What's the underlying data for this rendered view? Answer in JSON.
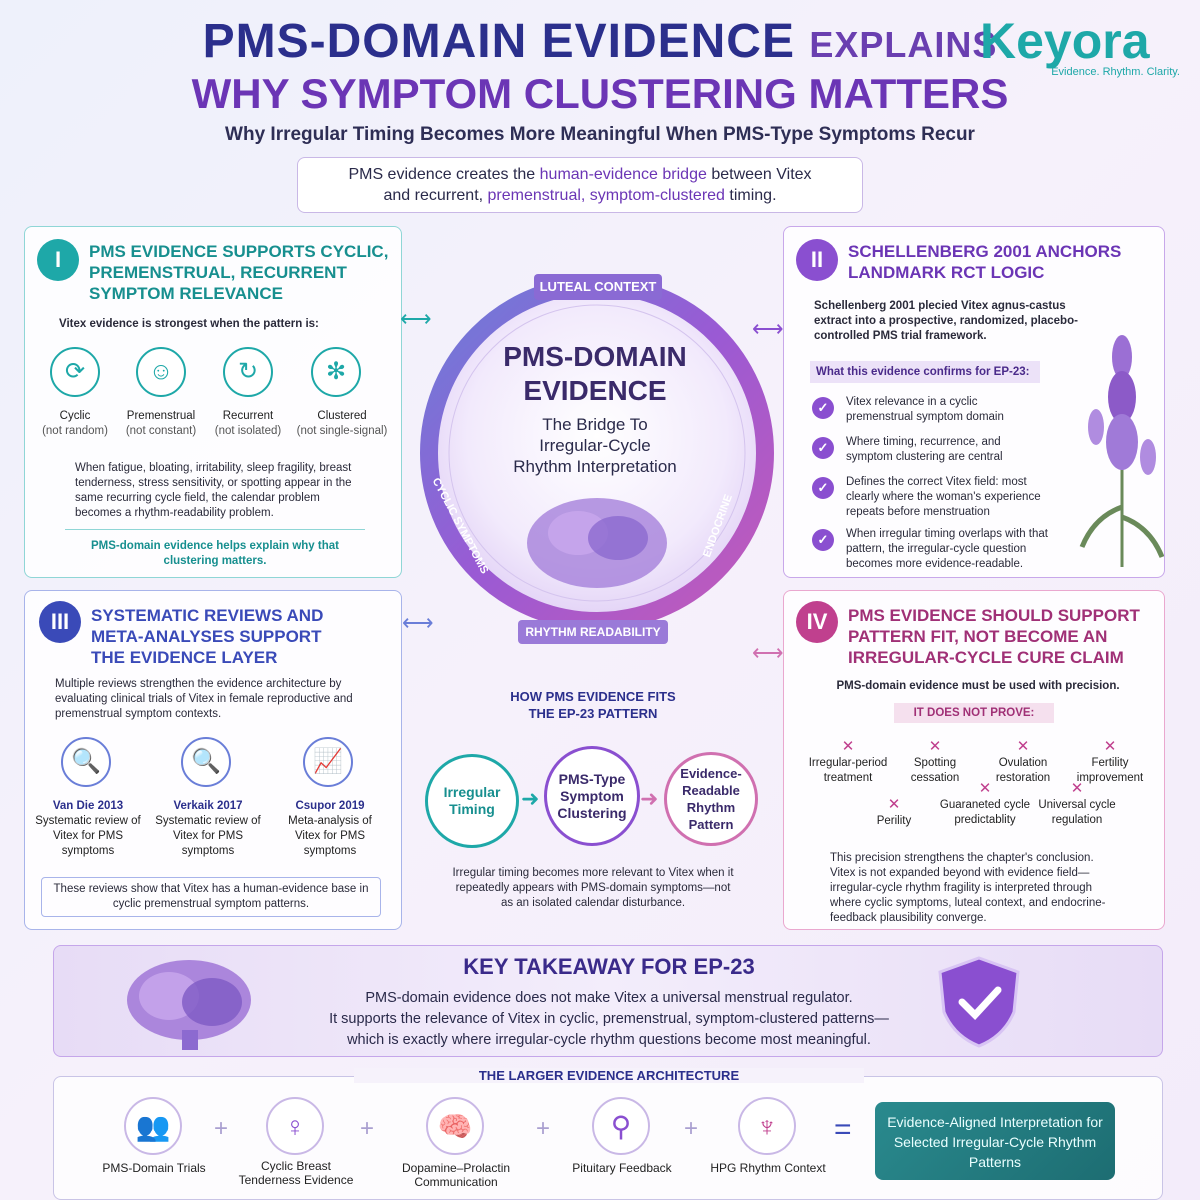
{
  "header": {
    "title_line1_main": "PMS-DOMAIN EVIDENCE",
    "title_line1_small": "EXPLAINS",
    "title_line2": "WHY SYMPTOM CLUSTERING MATTERS",
    "subtitle": "Why Irregular Timing Becomes More Meaningful When PMS-Type Symptoms Recur"
  },
  "logo": {
    "brand": "Keyora",
    "tagline": "Evidence. Rhythm. Clarity."
  },
  "bridge": {
    "part1": "PMS evidence creates the ",
    "hl1": "human-evidence bridge",
    "part2": " between Vitex",
    "part3": "and recurrent, ",
    "hl2": "premenstrual, symptom-clustered",
    "part4": " timing."
  },
  "panel1": {
    "num": "I",
    "title": "PMS EVIDENCE SUPPORTS CYCLIC, PREMENSTRUAL, RECURRENT SYMPTOM RELEVANCE",
    "intro": "Vitex evidence is strongest when the pattern is:",
    "items": [
      {
        "label": "Cyclic",
        "sub": "(not random)"
      },
      {
        "label": "Premenstrual",
        "sub": "(not constant)"
      },
      {
        "label": "Recurrent",
        "sub": "(not isolated)"
      },
      {
        "label": "Clustered",
        "sub": "(not single-signal)"
      }
    ],
    "body": "When fatigue, bloating, irritability, sleep fragility, breast tenderness, stress sensitivity, or spotting appear in the same recurring cycle field, the calendar problem becomes a rhythm-readability problem.",
    "footer": "PMS-domain evidence helps explain why that clustering matters."
  },
  "panel2": {
    "num": "II",
    "title": "SCHELLENBERG 2001 ANCHORS LANDMARK RCT LOGIC",
    "body": "Schellenberg 2001 plecied Vitex agnus-castus extract into a prospective, randomized, placebo-controlled PMS trial framework.",
    "confirm_label": "What this evidence confirms for EP-23:",
    "checks": [
      "Vitex relevance in a cyclic premenstrual symptom domain",
      "Where timing, recurrence, and symptom clustering are central",
      "Defines the correct Vitex field: most clearly where the woman's experience repeats before menstruation",
      "When irregular timing overlaps with that pattern, the irregular-cycle question becomes more evidence-readable."
    ]
  },
  "panel3": {
    "num": "III",
    "title": "SYSTEMATIC REVIEWS AND META-ANALYSES SUPPORT THE EVIDENCE LAYER",
    "body": "Multiple reviews strengthen the evidence architecture by evaluating clinical trials of Vitex in female reproductive and premenstrual symptom contexts.",
    "reviews": [
      {
        "name": "Van Die 2013",
        "desc": "Systematic review of Vitex for PMS symptoms"
      },
      {
        "name": "Verkaik 2017",
        "desc": "Systematic review of Vitex for PMS symptoms"
      },
      {
        "name": "Csupor 2019",
        "desc": "Meta-analysis of Vitex for PMS symptoms"
      }
    ],
    "footer": "These reviews show that Vitex has a human-evidence base in cyclic premenstrual symptom patterns."
  },
  "panel4": {
    "num": "IV",
    "title": "PMS EVIDENCE SHOULD SUPPORT PATTERN FIT, NOT BECOME AN IRREGULAR-CYCLE CURE CLAIM",
    "intro": "PMS-domain evidence must be used with precision.",
    "not_prove": "IT DOES NOT PROVE:",
    "items_row1": [
      "Irregular-period treatment",
      "Spotting cessation",
      "Ovulation restoration",
      "Fertility improvement"
    ],
    "items_row2": [
      "Perility",
      "Guaraneted cycle predictablity",
      "Universal cycle regulation"
    ],
    "body": "This precision strengthens the chapter's conclusion. Vitex is not expanded beyond with evidence field—irregular-cycle rhythm fragility is interpreted through where cyclic symptoms, luteal context, and endocrine-feedback plausibility converge."
  },
  "center": {
    "ring_top": "LUTEAL CONTEXT",
    "ring_left": "CYCLIC SYMPTOMS",
    "ring_bottom": "RHYTHM READABILITY",
    "ring_right": "ENDOCRINE",
    "title1": "PMS-DOMAIN",
    "title2": "EVIDENCE",
    "sub1": "The Bridge To",
    "sub2": "Irregular-Cycle",
    "sub3": "Rhythm Interpretation"
  },
  "fit": {
    "title1": "HOW PMS EVIDENCE FITS",
    "title2": "THE EP-23 PATTERN",
    "b1": "Irregular Timing",
    "b2": "PMS-Type Symptom Clustering",
    "b3": "Evidence-Readable Rhythm Pattern",
    "caption": "Irregular timing becomes more relevant to Vitex when it repeatedly appears with PMS-domain symptoms—not as an isolated calendar disturbance."
  },
  "takeaway": {
    "title": "KEY TAKEAWAY FOR EP-23",
    "line1": "PMS-domain evidence does not make Vitex a universal menstrual regulator.",
    "line2": "It supports the relevance of Vitex in cyclic, premenstrual, symptom-clustered patterns—",
    "line3": "which is exactly where irregular-cycle rhythm questions become most meaningful."
  },
  "architecture": {
    "title": "THE LARGER EVIDENCE ARCHITECTURE",
    "items": [
      "PMS-Domain Trials",
      "Cyclic Breast Tenderness Evidence",
      "Dopamine–Prolactin Communication",
      "Pituitary Feedback",
      "HPG Rhythm Context"
    ],
    "plus": "+",
    "equals": "=",
    "result": "Evidence-Aligned Interpretation for Selected Irregular-Cycle Rhythm Patterns"
  },
  "colors": {
    "teal": "#1ea8a8",
    "purple": "#6b35b5",
    "navy": "#2b2f8c",
    "pink": "#c0408e",
    "blue": "#3a4ab8"
  }
}
